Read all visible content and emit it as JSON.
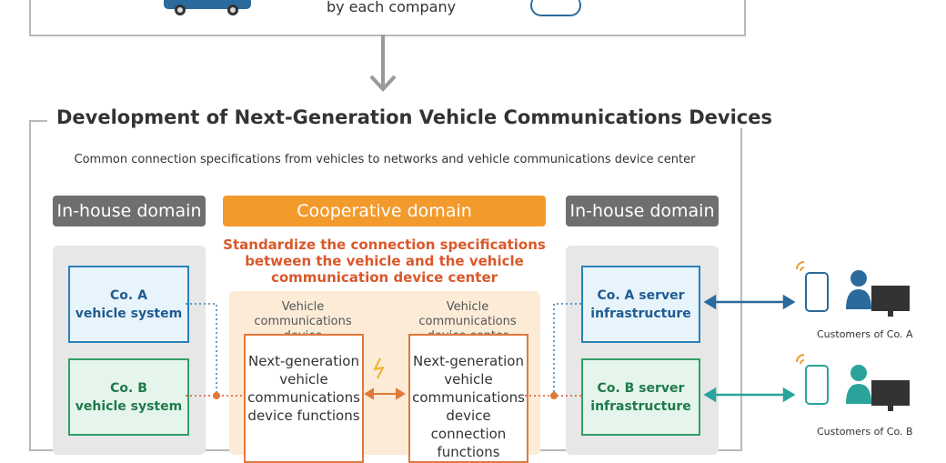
{
  "top": {
    "caption": "by each company"
  },
  "title": "Development of Next-Generation Vehicle Communications Devices",
  "subtitle": "Common connection specifications from vehicles to networks and vehicle communications device center",
  "domains": {
    "left": "In-house domain",
    "center": "Cooperative domain",
    "right": "In-house domain"
  },
  "standardize": {
    "line1": "Standardize the connection specifications",
    "line2": "between the vehicle and the vehicle",
    "line3": "communication device center"
  },
  "vehicles": {
    "a": {
      "line1": "Co. A",
      "line2": "vehicle system"
    },
    "b": {
      "line1": "Co. B",
      "line2": "vehicle system"
    }
  },
  "servers": {
    "a": {
      "line1": "Co. A server",
      "line2": "infrastructure"
    },
    "b": {
      "line1": "Co. B server",
      "line2": "infrastructure"
    }
  },
  "device": {
    "label_line1": "Vehicle communications",
    "label_line2": "device",
    "box": [
      "Next-generation",
      "vehicle",
      "communications",
      "device functions"
    ]
  },
  "center": {
    "label_line1": "Vehicle communications",
    "label_line2": "device center",
    "box": [
      "Next-generation",
      "vehicle",
      "communications",
      "device connection",
      "functions"
    ]
  },
  "customers": {
    "a": "Customers of Co. A",
    "b": "Customers of Co. B"
  },
  "colors": {
    "blue": "#2a80b9",
    "green": "#33a067",
    "orange": "#f39a2c",
    "red_orange": "#d9582b",
    "teal": "#2aa39a"
  }
}
